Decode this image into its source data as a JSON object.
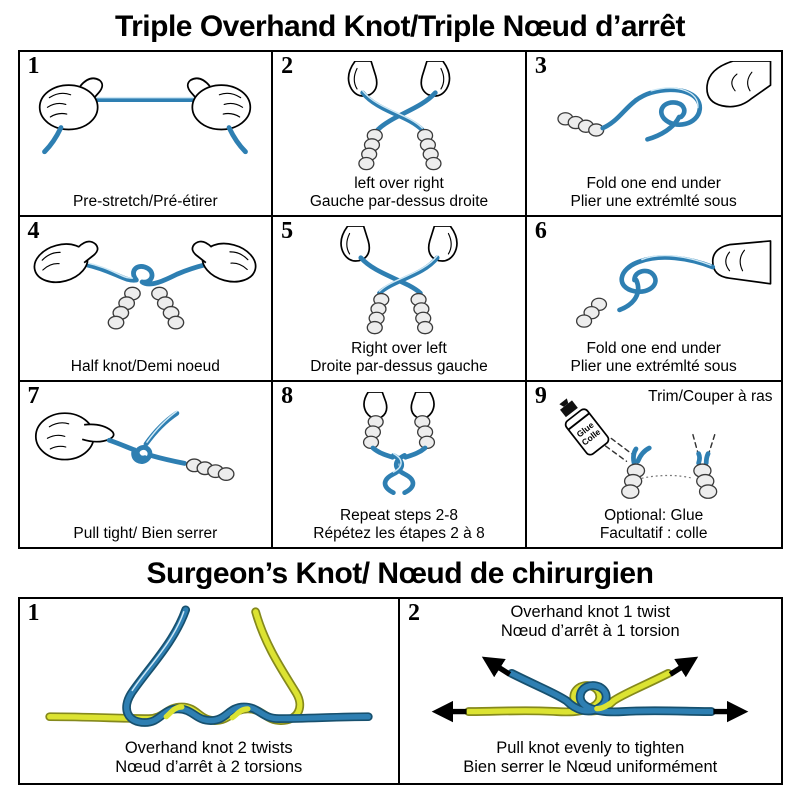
{
  "titles": {
    "triple": "Triple Overhand Knot/Triple Nœud d’arrêt",
    "surgeon": "Surgeon’s Knot/ Nœud de chirurgien"
  },
  "colors": {
    "cord_blue": "#2e7fb2",
    "cord_blue_dark": "#17506e",
    "cord_highlight": "#cfe9f6",
    "cord_yellow": "#dce332",
    "cord_yellow_dark": "#85891c",
    "border_black": "#000000"
  },
  "steps": [
    {
      "num": "1",
      "lines": [
        "Pre-stretch/Pré-étirer"
      ]
    },
    {
      "num": "2",
      "lines": [
        "left over right",
        "Gauche par-dessus droite"
      ]
    },
    {
      "num": "3",
      "lines": [
        "Fold one end under",
        "Plier une extrémlté sous"
      ]
    },
    {
      "num": "4",
      "lines": [
        "Half knot/Demi noeud"
      ]
    },
    {
      "num": "5",
      "lines": [
        "Right over left",
        "Droite par-dessus gauche"
      ]
    },
    {
      "num": "6",
      "lines": [
        "Fold one end under",
        "Plier une extrémlté sous"
      ]
    },
    {
      "num": "7",
      "lines": [
        "Pull tight/ Bien serrer"
      ]
    },
    {
      "num": "8",
      "lines": [
        "Repeat steps 2-8",
        "Répétez les étapes 2 à 8"
      ]
    },
    {
      "num": "9",
      "top_label": "Trim/Couper à ras",
      "glue_label_line1": "Glue",
      "glue_label_line2": "Colle",
      "lines": [
        "Optional: Glue",
        "Facultatif : colle"
      ]
    }
  ],
  "surgeon_steps": [
    {
      "num": "1",
      "lines": [
        "Overhand knot 2 twists",
        "Nœud d’arrêt à 2 torsions"
      ]
    },
    {
      "num": "2",
      "top_lines": [
        "Overhand knot 1 twist",
        "Nœud d’arrêt à 1 torsion"
      ],
      "lines": [
        "Pull knot evenly to tighten",
        "Bien serrer le Nœud uniformément"
      ]
    }
  ]
}
